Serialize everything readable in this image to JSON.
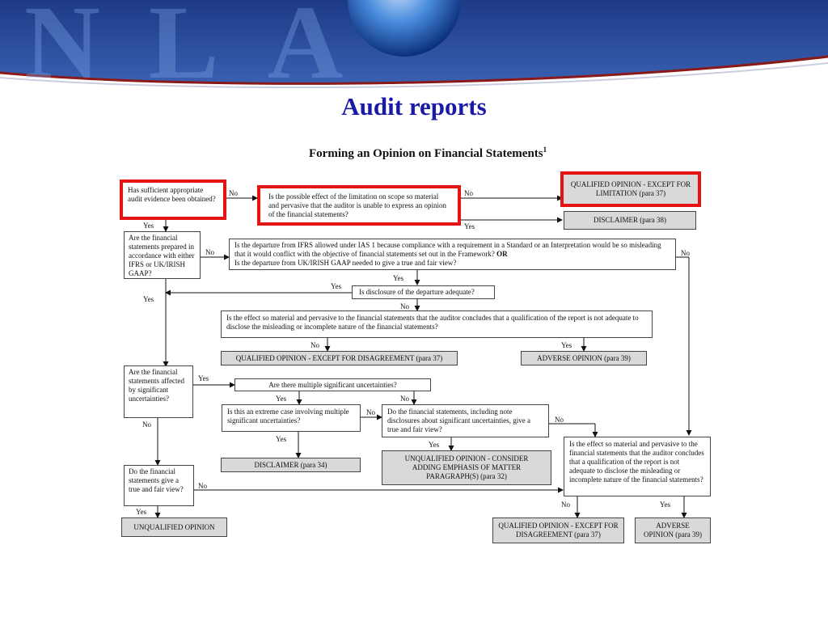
{
  "banner": {
    "watermark": "NLA"
  },
  "slide": {
    "title": "Audit reports"
  },
  "diagram": {
    "title": "Forming an Opinion on Financial Statements",
    "footnote_marker": "1",
    "boxes": {
      "q_sufficient": "Has sufficient appropriate audit evidence been obtained?",
      "q_limitation": "Is the possible effect of the limitation on scope so material and pervasive that the auditor is unable to express an opinion of the financial statements?",
      "o_qualified_limitation": "QUALIFIED OPINION - EXCEPT FOR LIMITATION (para 37)",
      "o_disclaimer_38": "DISCLAIMER (para 38)",
      "q_prepared": "Are the financial statements prepared in accordance with either IFRS or UK/IRISH GAAP?",
      "q_departure_line1": "Is the departure from IFRS allowed under IAS 1 because compliance with a requirement in a Standard or an Interpretation would be so misleading that it would conflict with the objective of financial statements set out in the Framework?",
      "q_departure_or": "OR",
      "q_departure_line2": "Is the departure from UK/IRISH GAAP needed to give a true and fair view?",
      "q_disclosure": "Is disclosure of the departure adequate?",
      "q_effect_disagreement": "Is the effect so material and pervasive to the financial statements that the auditor concludes that a qualification of the report is not adequate to disclose the misleading or incomplete nature of the financial statements?",
      "o_qualified_disagreement": "QUALIFIED OPINION - EXCEPT FOR DISAGREEMENT (para 37)",
      "o_adverse_39_top": "ADVERSE OPINION (para 39)",
      "q_affected": "Are the financial statements affected by significant uncertainties?",
      "q_multiple": "Are there multiple significant uncertainties?",
      "q_extreme": "Is this an extreme case involving multiple significant uncertainties?",
      "q_note_disclosures": "Do the financial statements, including note disclosures about significant uncertainties, give a true and fair view?",
      "o_disclaimer_34": "DISCLAIMER (para 34)",
      "o_unqualified_emphasis": "UNQUALIFIED OPINION - CONSIDER ADDING EMPHASIS OF MATTER PARAGRAPH(S) (para 32)",
      "q_effect_final": "Is the effect so material and pervasive to the financial statements that the auditor concludes that a qualification of the report is not adequate to disclose the misleading or incomplete nature of the financial statements?",
      "q_true_fair": "Do the financial statements give a true and fair view?",
      "o_unqualified": "UNQUALIFIED OPINION",
      "o_qualified_disagreement_37": "QUALIFIED OPINION - EXCEPT FOR DISAGREEMENT (para 37)",
      "o_adverse_39_bottom": "ADVERSE OPINION (para 39)"
    },
    "labels": {
      "yes": "Yes",
      "no": "No"
    }
  }
}
